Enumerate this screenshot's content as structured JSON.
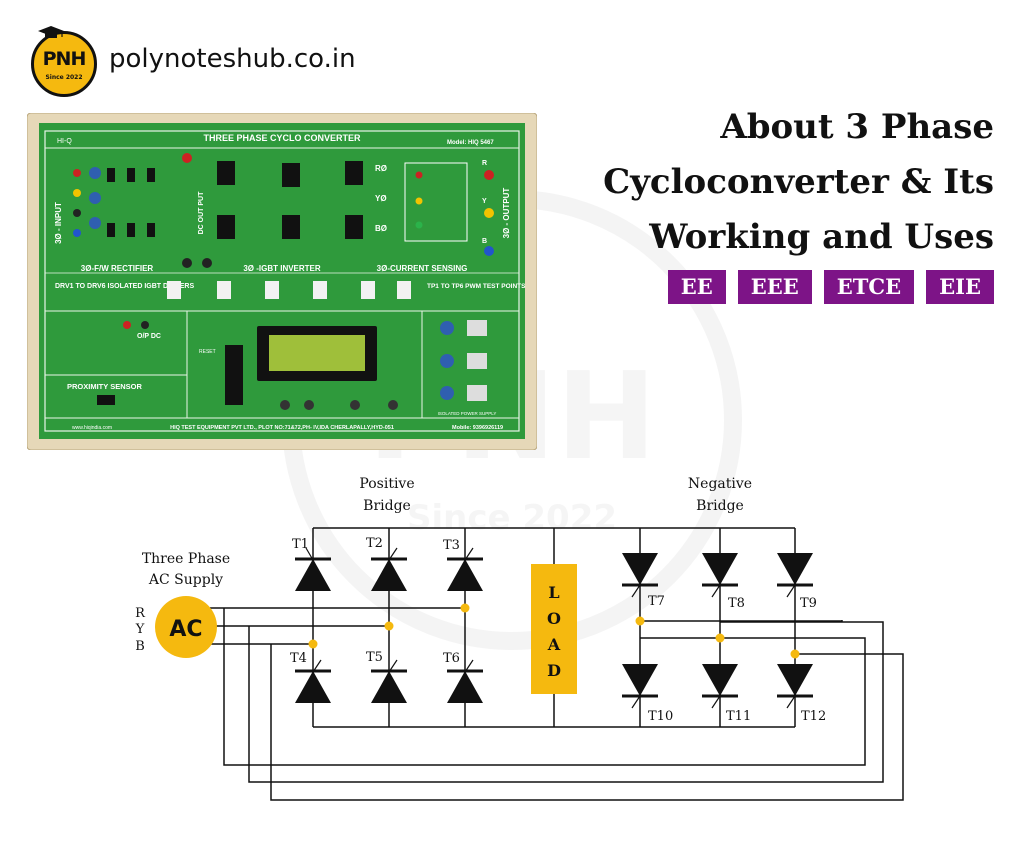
{
  "header": {
    "logo_text": "PNH",
    "logo_since": "Since 2022",
    "site": "polynoteshub.co.in"
  },
  "watermark": {
    "text": "PNH",
    "since": "Since 2022"
  },
  "title": {
    "line1": "About 3 Phase",
    "line2": "Cycloconverter & Its",
    "line3": "Working and Uses"
  },
  "tags": [
    "EE",
    "EEE",
    "ETCE",
    "EIE"
  ],
  "board": {
    "title": "THREE PHASE CYCLO CONVERTER",
    "model": "Model: HIQ 5467",
    "brand": "HI-Q",
    "input": "3Ø - INPUT",
    "output": "3Ø - OUTPUT",
    "dc_output": "DC OUT PUT",
    "rectifier": "3Ø-F/W RECTIFIER",
    "inverter": "3Ø -IGBT INVERTER",
    "sensing": "3Ø-CURRENT SENSING",
    "drivers": "DRV1 TO DRV6 ISOLATED IGBT DRIVERS",
    "test_points": "TP1 TO TP6 PWM TEST POINTS",
    "op_dc": "O/P DC",
    "proximity": "PROXIMITY SENSOR",
    "footer": "HIQ TEST EQUIPMENT PVT LTD., PLOT NO:71&72,PH- IV,IDA CHERLAPALLY,HYD-051",
    "website": "www.hiqindia.com",
    "mobile": "Mobile: 9396926119",
    "phase_r": "RØ",
    "phase_y": "YØ",
    "phase_b": "BØ",
    "out_r": "R",
    "out_y": "Y",
    "out_b": "B",
    "isolated_supply": "ISOLATED POWER SUPPLY",
    "reset": "RESET",
    "colors": {
      "pcb": "#2f9a3c",
      "frame": "#e8dcc0",
      "silk": "#ffffff"
    }
  },
  "diagram": {
    "positive_bridge": [
      "Positive",
      "Bridge"
    ],
    "negative_bridge": [
      "Negative",
      "Bridge"
    ],
    "supply_label": [
      "Three Phase",
      "AC Supply"
    ],
    "phases": [
      "R",
      "Y",
      "B"
    ],
    "ac": "AC",
    "load_letters": [
      "L",
      "O",
      "A",
      "D"
    ],
    "thyristors": [
      "T1",
      "T2",
      "T3",
      "T4",
      "T5",
      "T6",
      "T7",
      "T8",
      "T9",
      "T10",
      "T11",
      "T12"
    ],
    "colors": {
      "accent": "#f5b90f",
      "line": "#111111"
    }
  }
}
